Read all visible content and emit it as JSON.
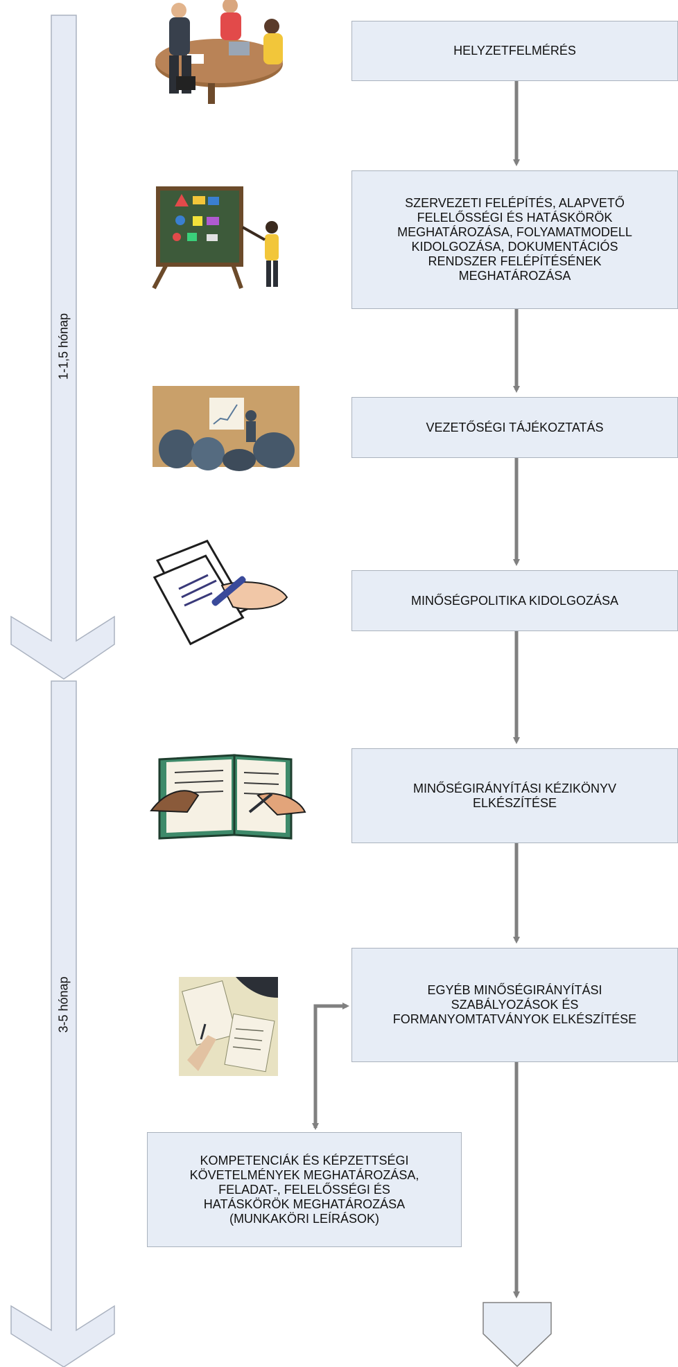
{
  "timeline": {
    "phase1_label": "1-1,5 hónap",
    "phase2_label": "3-5 hónap"
  },
  "steps": [
    {
      "label": "HELYZETFELMÉRÉS"
    },
    {
      "label": "SZERVEZETI FELÉPÍTÉS, ALAPVETŐ\nFELELŐSSÉGI ÉS HATÁSKÖRÖK\nMEGHATÁROZÁSA, FOLYAMATMODELL\nKIDOLGOZÁSA, DOKUMENTÁCIÓS\nRENDSZER FELÉPÍTÉSÉNEK\nMEGHATÁROZÁSA"
    },
    {
      "label": "VEZETŐSÉGI TÁJÉKOZTATÁS"
    },
    {
      "label": "MINŐSÉGPOLITIKA KIDOLGOZÁSA"
    },
    {
      "label": "MINŐSÉGIRÁNYÍTÁSI KÉZIKÖNYV\nELKÉSZÍTÉSE"
    },
    {
      "label": "EGYÉB MINŐSÉGIRÁNYÍTÁSI\nSZABÁLYOZÁSOK ÉS\nFORMANYOMTATVÁNYOK ELKÉSZÍTÉSE"
    }
  ],
  "side_step": {
    "label": "KOMPETENCIÁK ÉS KÉPZETTSÉGI\nKÖVETELMÉNYEK MEGHATÁROZÁSA,\nFELADAT-, FELELŐSSÉGI ÉS\nHATÁSKÖRÖK MEGHATÁROZÁSA\n(MUNKAKÖRI LEÍRÁSOK)"
  },
  "colors": {
    "box_fill": "#e7edf6",
    "box_border": "#aab2bd",
    "connector": "#808080",
    "timeline_fill": "#e6ebf5",
    "timeline_border": "#aab2c0"
  },
  "icons": [
    "meeting-illustration",
    "flowchart-board-illustration",
    "presentation-illustration",
    "writing-hand-illustration",
    "open-book-illustration",
    "documents-illustration"
  ]
}
